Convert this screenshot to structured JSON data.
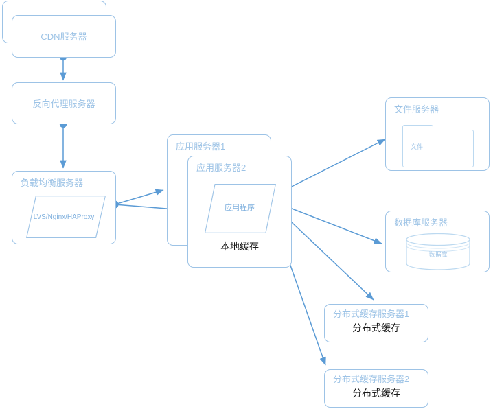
{
  "diagram": {
    "title": "Web Architecture Diagram",
    "colors": {
      "node_border": "#9dc3e6",
      "label_blue": "#9dc3e6",
      "arrow_blue": "#5b9bd5",
      "text_dark": "#1a1a1a",
      "background": "#ffffff"
    }
  },
  "nodes": {
    "cdn_back": {
      "label": ""
    },
    "cdn": {
      "label": "CDN服务器"
    },
    "reverse_proxy": {
      "label": "反向代理服务器"
    },
    "load_balancer": {
      "label": "负载均衡服务器",
      "inner": "LVS/Nginx/HAProxy"
    },
    "app_server_1": {
      "label": "应用服务器1"
    },
    "app_server_2": {
      "label": "应用服务器2",
      "inner": "应用程序",
      "sub": "本地缓存"
    },
    "file_server": {
      "label": "文件服务器",
      "inner": "文件"
    },
    "db_server": {
      "label": "数据库服务器",
      "inner": "数据库"
    },
    "cache_server_1": {
      "label": "分布式缓存服务器1",
      "inner": "分布式缓存"
    },
    "cache_server_2": {
      "label": "分布式缓存服务器2",
      "inner": "分布式缓存"
    }
  },
  "edges": [
    {
      "name": "cdn-to-reverse-proxy",
      "from": "cdn",
      "to": "reverse_proxy"
    },
    {
      "name": "reverse-proxy-to-load-balancer",
      "from": "reverse_proxy",
      "to": "load_balancer"
    },
    {
      "name": "load-balancer-to-app-server-1",
      "from": "load_balancer",
      "to": "app_server_1"
    },
    {
      "name": "load-balancer-to-app-server-2",
      "from": "load_balancer",
      "to": "app_server_2"
    },
    {
      "name": "app-to-file-server",
      "from": "app_server_2",
      "to": "file_server"
    },
    {
      "name": "app-to-db-server",
      "from": "app_server_2",
      "to": "db_server"
    },
    {
      "name": "app-to-cache-server-1",
      "from": "app_server_2",
      "to": "cache_server_1"
    },
    {
      "name": "app-to-cache-server-2",
      "from": "app_server_2",
      "to": "cache_server_2"
    }
  ]
}
